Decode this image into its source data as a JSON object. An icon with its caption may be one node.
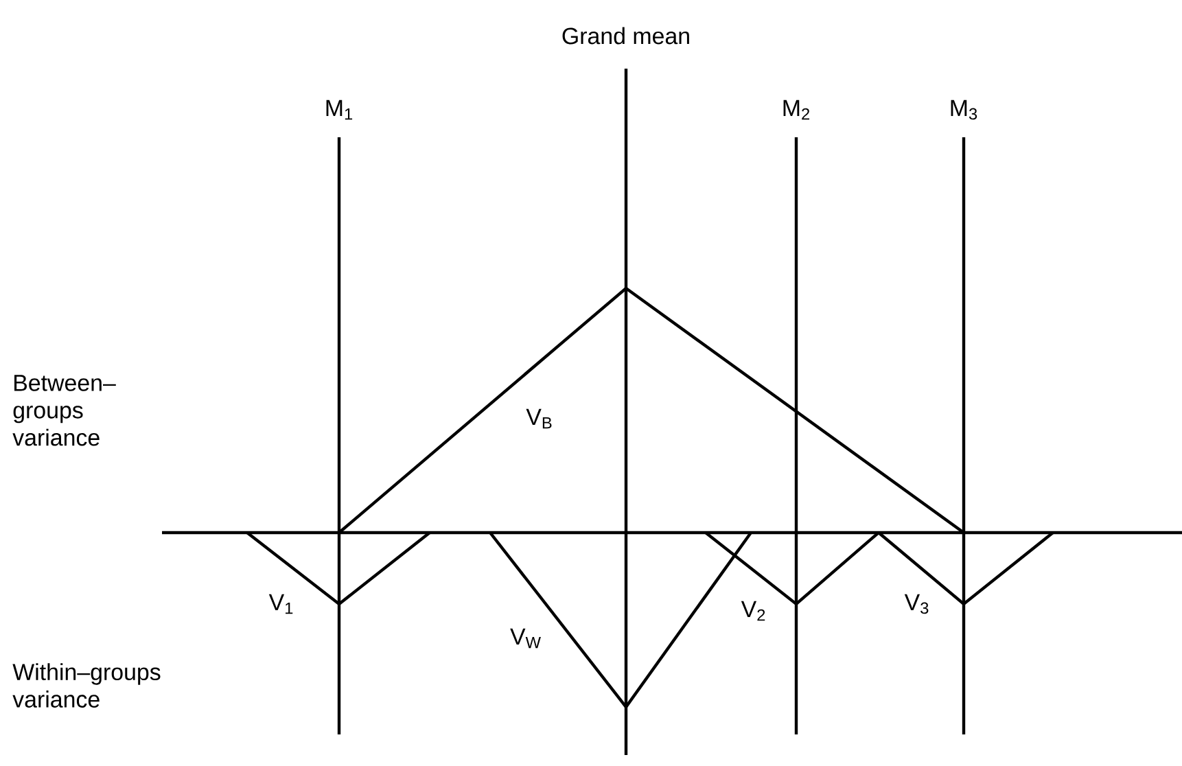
{
  "diagram": {
    "labels": [
      "Grand mean",
      "M$_{1}$",
      "M$_{2}$",
      "M$_{3}$",
      "Between–groups variance",
      "V$_{B}$",
      "V$_{1}$",
      "V$_{W}$",
      "V$_{2}$",
      "V$_{3}$",
      "Within–groups variance"
    ]
  }
}
